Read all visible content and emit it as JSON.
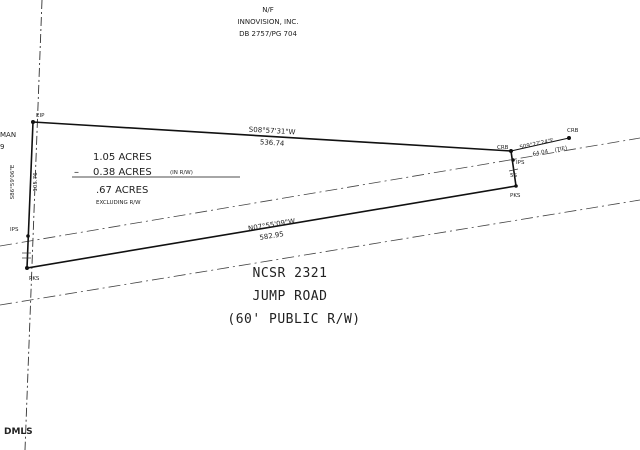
{
  "neighbor_top": {
    "line1": "N/F",
    "line2": "INNOVISION, INC.",
    "line3": "DB 2757/PG 704"
  },
  "neighbor_left": {
    "line1": "MAN",
    "line2": "9"
  },
  "acreage": {
    "total": "1.05 ACRES",
    "minus_sign": "–",
    "row": "0.38 ACRES",
    "row_note": "(IN R/W)",
    "net": ".67 ACRES",
    "excluding": "EXCLUDING R/W"
  },
  "boundary": {
    "north_bearing": "S08°57'31\"W",
    "north_distance": "536.74",
    "south_bearing": "N07°55'09\"W",
    "south_distance": "582.95",
    "west_bearing": "S86°59'06\"E",
    "west_distance": "105.76",
    "tie_bearing": "S09°27'24\"E",
    "tie_distance": "64.04",
    "tie_note": "(TIE)"
  },
  "corners": {
    "nw": "EIP",
    "ne": "CRB",
    "tie_end": "CRB",
    "east_iron": "IPS",
    "east_line": "5S",
    "se": "PKS",
    "sw": "PKS",
    "west_iron": "IPS"
  },
  "road": {
    "line1": "NCSR 2321",
    "line2": "JUMP ROAD",
    "line3": "(60' PUBLIC R/W)"
  },
  "watermark": "DMLS"
}
